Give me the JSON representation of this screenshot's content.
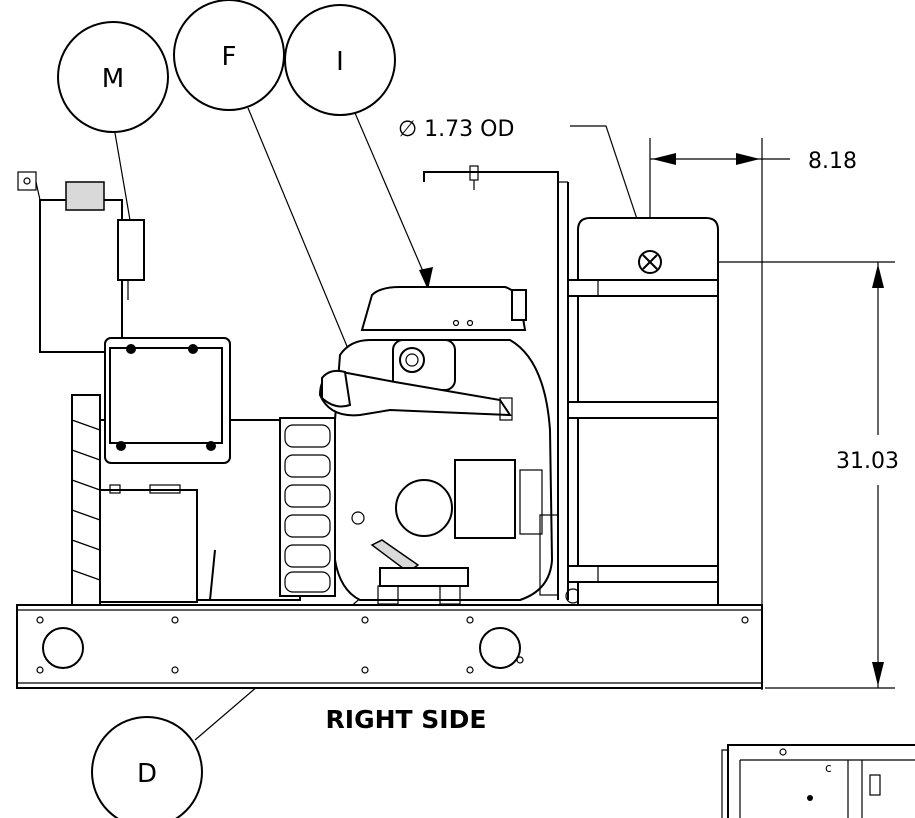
{
  "view": {
    "title": "RIGHT SIDE"
  },
  "callouts": {
    "m": "M",
    "f": "F",
    "i": "I",
    "d": "D"
  },
  "dimensions": {
    "outlet_diameter": "∅ 1.73 OD",
    "horizontal": "8.18",
    "vertical": "31.03"
  }
}
